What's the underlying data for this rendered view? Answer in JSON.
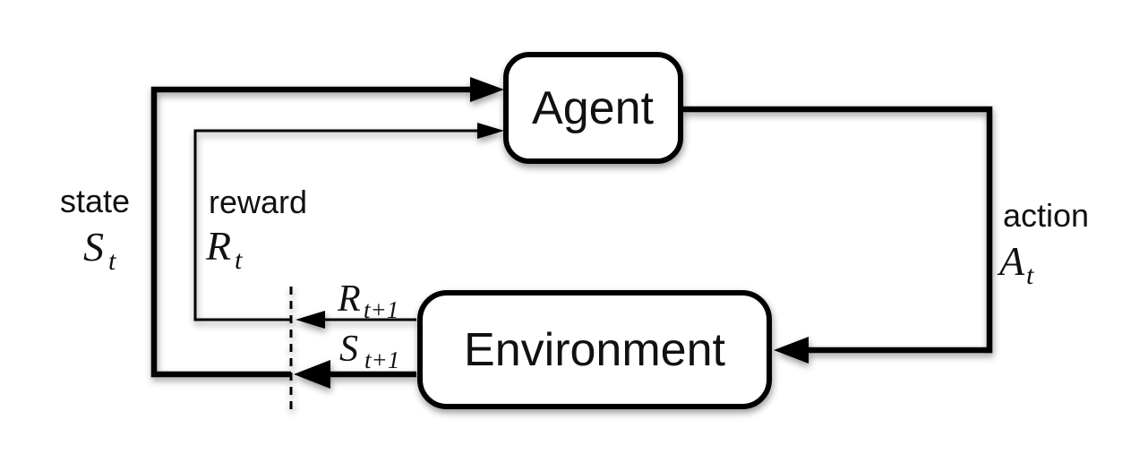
{
  "diagram": {
    "type": "agent-environment-loop",
    "colors": {
      "background": "#ffffff",
      "line": "#000000",
      "box_fill": "#ffffff"
    },
    "nodes": {
      "agent": {
        "label": "Agent"
      },
      "environment": {
        "label": "Environment"
      }
    },
    "edges": {
      "state": {
        "word": "state",
        "symbol": "S",
        "subscript": "t"
      },
      "reward": {
        "word": "reward",
        "symbol": "R",
        "subscript": "t"
      },
      "action": {
        "word": "action",
        "symbol": "A",
        "subscript": "t"
      },
      "next_reward": {
        "symbol": "R",
        "subscript": "t+1"
      },
      "next_state": {
        "symbol": "S",
        "subscript": "t+1"
      }
    }
  }
}
